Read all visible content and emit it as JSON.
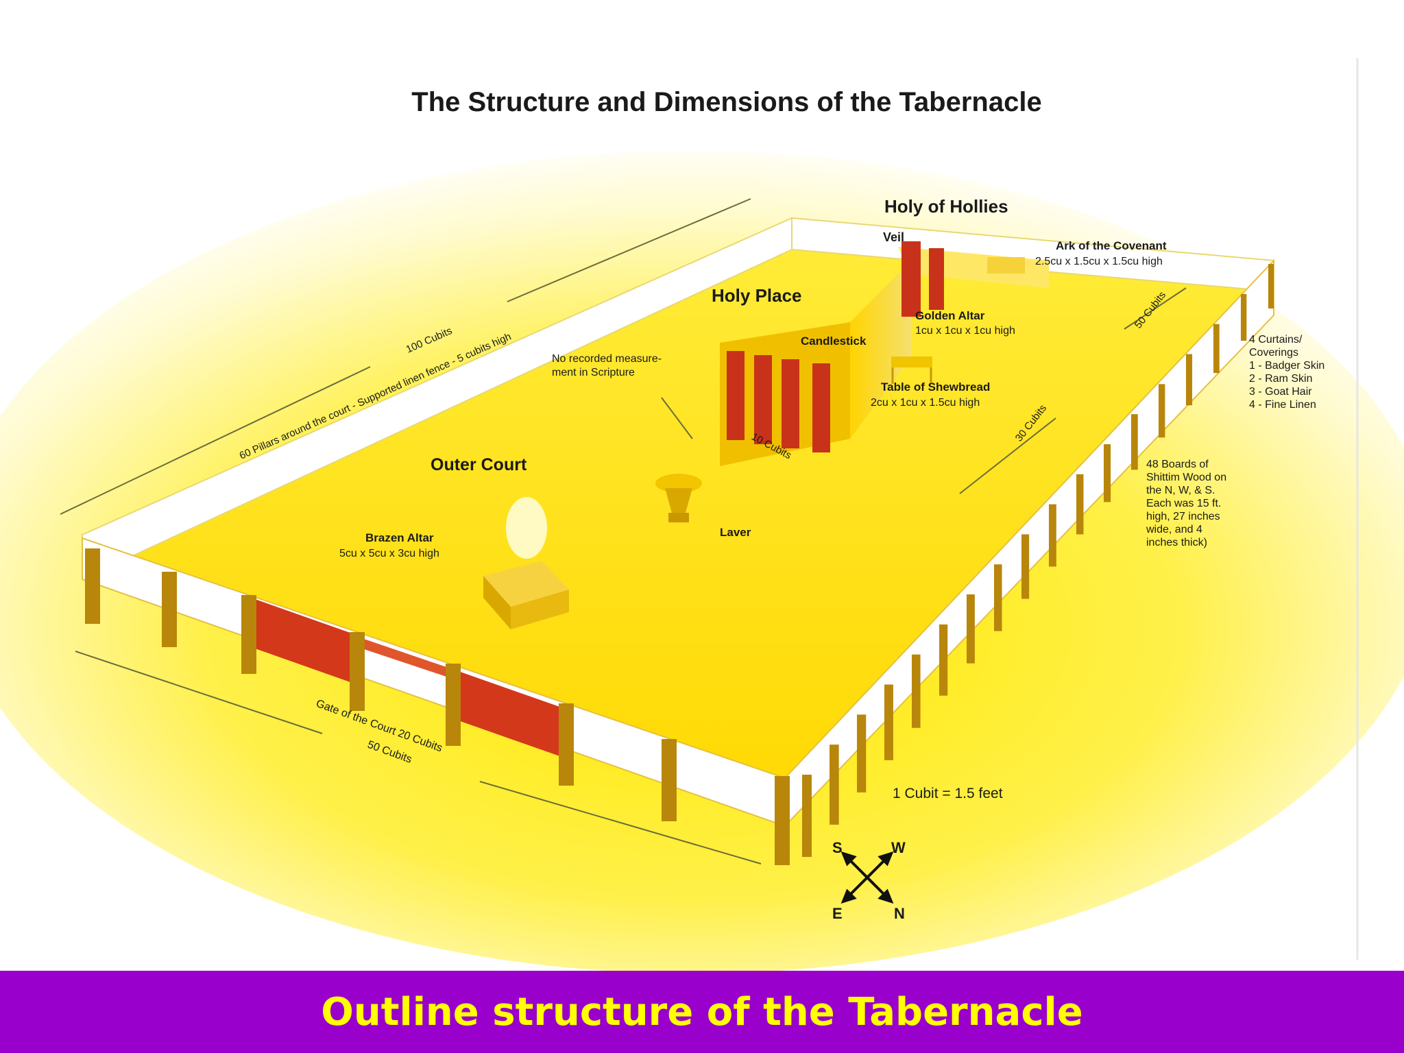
{
  "diagram": {
    "title": "The Structure and Dimensions of the Tabernacle",
    "labels": {
      "holy_of_holies": "Holy of Hollies",
      "veil": "Veil",
      "ark": "Ark of the Covenant",
      "ark_dims": "2.5cu x 1.5cu x 1.5cu high",
      "holy_place": "Holy Place",
      "golden_altar": "Golden Altar",
      "golden_altar_dims": "1cu x 1cu x 1cu high",
      "candlestick": "Candlestick",
      "table": "Table of Shewbread",
      "table_dims": "2cu x 1cu x 1.5cu high",
      "no_measure_1": "No recorded measure-",
      "no_measure_2": "ment in Scripture",
      "outer_court": "Outer Court",
      "brazen_altar": "Brazen Altar",
      "brazen_altar_dims": "5cu x 5cu x 3cu high",
      "laver": "Laver",
      "length_100": "100 Cubits",
      "pillars_note": "60 Pillars around the court - Supported linen fence - 5 cubits high",
      "width_50_right": "50 Cubits",
      "tent_30": "30 Cubits",
      "tent_10": "10 Cubits",
      "gate": "Gate of the Court 20 Cubits",
      "width_50_front": "50 Cubits",
      "curtains": [
        "4 Curtains/",
        "Coverings",
        "1 - Badger Skin",
        "2 - Ram Skin",
        "3 - Goat Hair",
        "4 - Fine Linen"
      ],
      "boards": [
        "48 Boards of",
        "Shittim Wood on",
        "the N, W, & S.",
        "Each was 15 ft.",
        "high, 27 inches",
        "wide, and 4",
        "inches thick)"
      ],
      "cubit": "1 Cubit  = 1.5  feet",
      "compass_n": "N",
      "compass_s": "S",
      "compass_e": "E",
      "compass_w": "W"
    },
    "colors": {
      "court_floor": "#ffe600",
      "glow": "#fff36a",
      "curtain_white": "#ffffff",
      "pillar": "#b8860b",
      "gate_red": "#d4381a",
      "tent_gold": "#f2c200"
    }
  },
  "caption": {
    "text": "Outline structure of the Tabernacle",
    "bar_color": "#9900cc",
    "text_color": "#ffff00"
  }
}
